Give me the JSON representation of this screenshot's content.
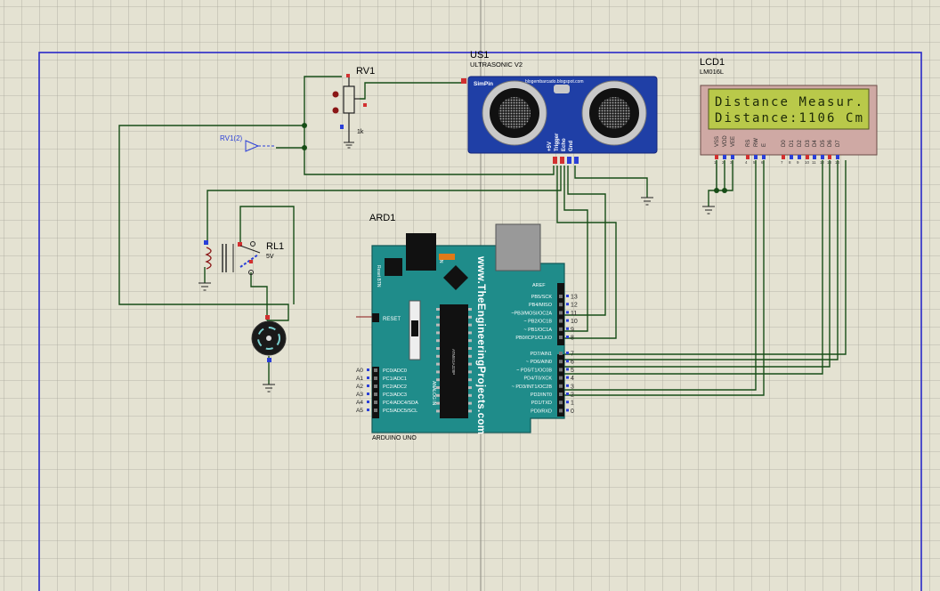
{
  "colors": {
    "background": "#e4e2d2",
    "grid_major": "#a8a79a",
    "grid_minor": "#cfcdbf",
    "sheet_border": "#2828c8",
    "wire": "#174d17",
    "arduino_board": "#1f8c8a",
    "sensor_board": "#1f3fa6",
    "lcd_screen": "#b9c94a",
    "lcd_text": "#1e2a08",
    "pin_red": "#d23030",
    "pin_blue": "#2a3fd8"
  },
  "ultrasonic": {
    "ref": "US1",
    "model": "ULTRASONIC V2",
    "sim_pin": "SimPin",
    "website": "blogembarcado.blogspot.com",
    "pins": [
      "+5V",
      "Trigger",
      "Echo",
      "Gnd"
    ]
  },
  "potentiometer": {
    "ref": "RV1",
    "value": "1k",
    "terminal_label": "RV1(2)"
  },
  "relay": {
    "ref": "RL1",
    "voltage": "5V"
  },
  "lcd": {
    "ref": "LCD1",
    "model": "LM016L",
    "line1": "Distance Measur.",
    "line2": "Distance:1106 Cm",
    "pins": [
      "VSS",
      "VDD",
      "VEE",
      "RS",
      "RW",
      "E",
      "D0",
      "D1",
      "D2",
      "D3",
      "D4",
      "D5",
      "D6",
      "D7"
    ],
    "pin_numbers": [
      "1",
      "2",
      "3",
      "4",
      "5",
      "6",
      "7",
      "8",
      "9",
      "10",
      "11",
      "12",
      "13",
      "14"
    ]
  },
  "arduino": {
    "ref": "ARD1",
    "name": "ARDUINO UNO",
    "brand": "www.TheEngineeringProjects.com",
    "reset_btn": "Reset BTN",
    "on_label": "ON",
    "chip_label": "ATMEGA328P",
    "analog_in": "ANALOG IN",
    "reset_pin": "RESET",
    "aref": "AREF",
    "digital_top": [
      {
        "label": "PB5/SCK",
        "num": "13"
      },
      {
        "label": "PB4/MISO",
        "num": "12"
      },
      {
        "label": "~PB3/MOSI/OC2A",
        "num": "11"
      },
      {
        "label": "~ PB2/OC1B",
        "num": "10"
      },
      {
        "label": "~ PB1/OC1A",
        "num": "9"
      },
      {
        "label": "PB0/ICP1/CLKO",
        "num": "8"
      }
    ],
    "digital_bottom": [
      {
        "label": "PD7/AIN1",
        "num": "7"
      },
      {
        "label": "~ PD6/AIN0",
        "num": "6"
      },
      {
        "label": "~ PD5/T1/OC0B",
        "num": "5"
      },
      {
        "label": "PD4/T0/XCK",
        "num": "4"
      },
      {
        "label": "~ PD3/INT1/OC2B",
        "num": "3"
      },
      {
        "label": "PD2/INT0",
        "num": "2"
      },
      {
        "label": "PD1/TXD",
        "num": "1"
      },
      {
        "label": "PD0/RXD",
        "num": "0"
      }
    ],
    "analog_pins": [
      {
        "label": "PC0/ADC0",
        "num": "A0"
      },
      {
        "label": "PC1/ADC1",
        "num": "A1"
      },
      {
        "label": "PC2/ADC2",
        "num": "A2"
      },
      {
        "label": "PC3/ADC3",
        "num": "A3"
      },
      {
        "label": "PC4/ADC4/SDA",
        "num": "A4"
      },
      {
        "label": "PC5/ADC5/SCL",
        "num": "A5"
      }
    ]
  }
}
